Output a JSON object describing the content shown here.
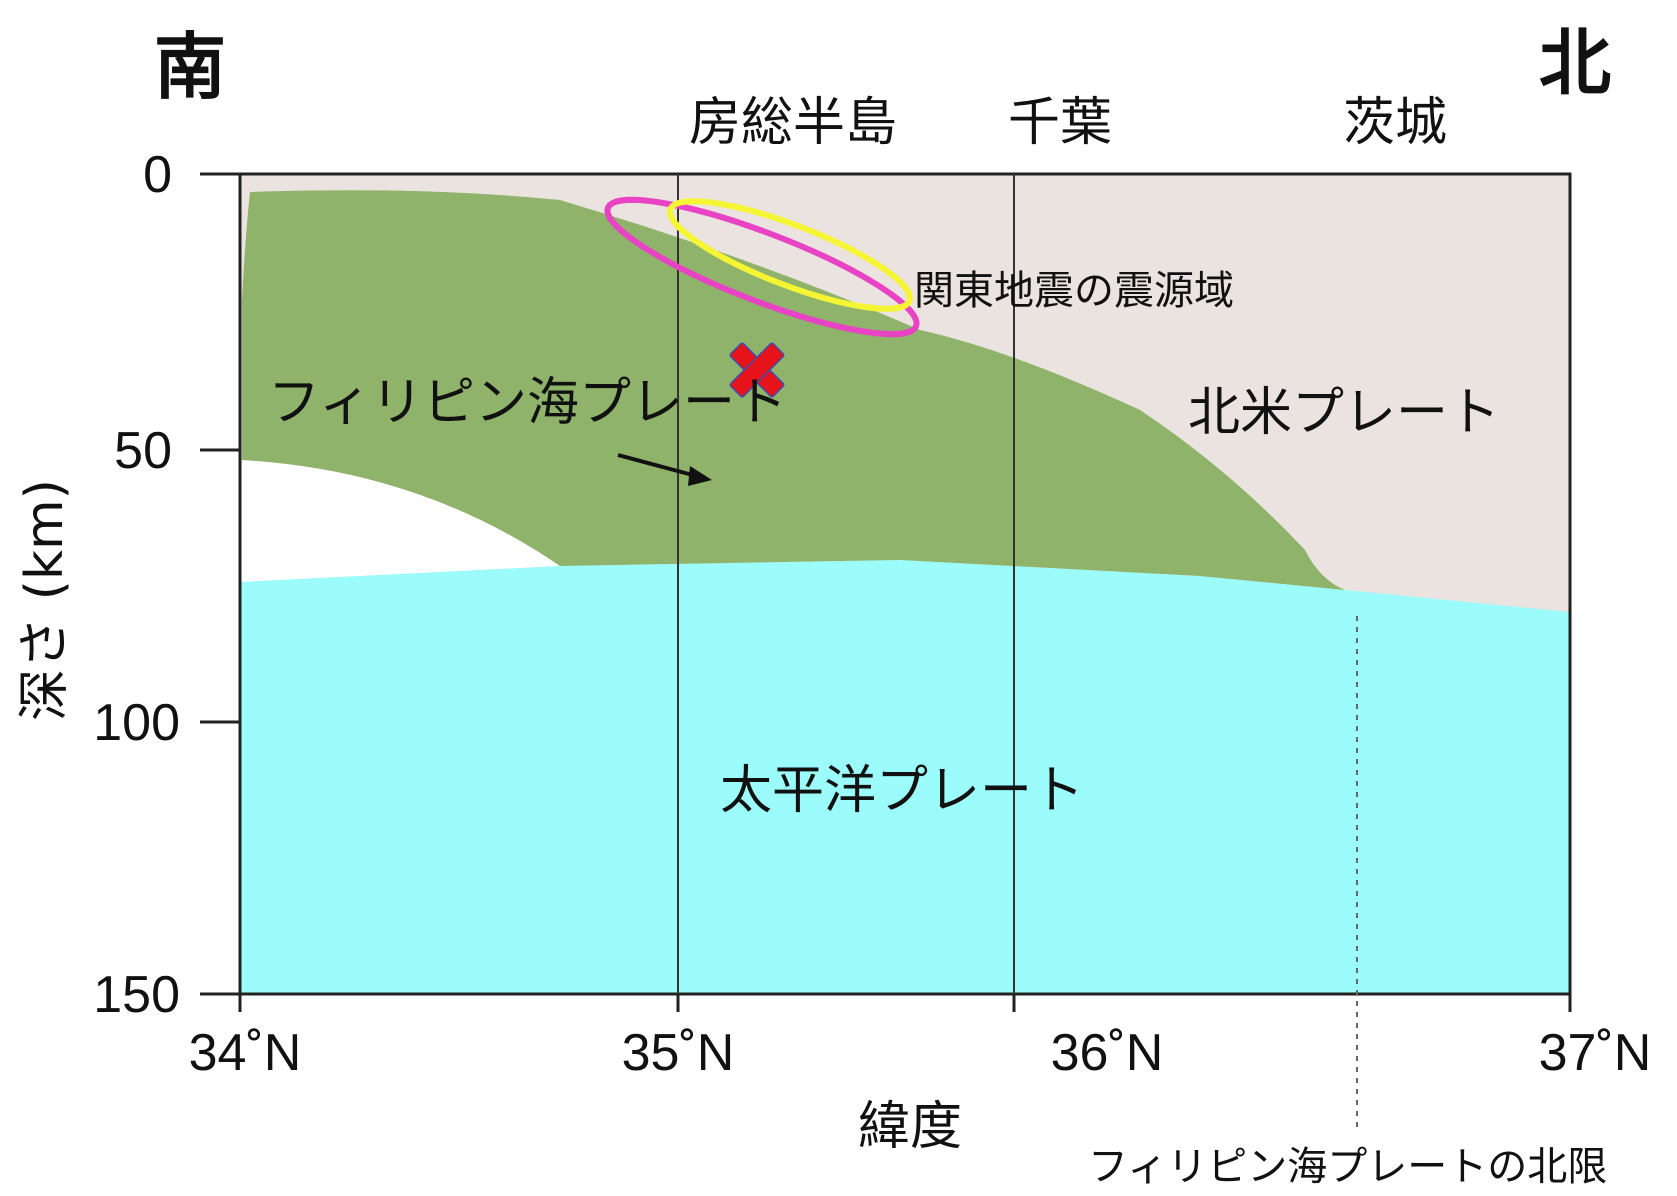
{
  "orientation": {
    "south": "南",
    "north": "北"
  },
  "places": {
    "boso": "房総半島",
    "chiba": "千葉",
    "ibaraki": "茨城"
  },
  "axes": {
    "y_label": "深さ (km)",
    "x_label": "緯度",
    "y_ticks": [
      "0",
      "50",
      "100",
      "150"
    ],
    "x_ticks": [
      "34˚N",
      "35˚N",
      "36˚N",
      "37˚N"
    ],
    "ylim": [
      0,
      150
    ],
    "xlim": [
      34,
      37
    ]
  },
  "regions": {
    "philippine": "フィリピン海プレート",
    "north_american": "北米プレート",
    "pacific": "太平洋プレート",
    "source_zone": "関東地震の震源域",
    "north_limit": "フィリピン海プレートの北限"
  },
  "colors": {
    "philippine_plate": "#8fb36a",
    "north_american_plate": "#ebe3df",
    "pacific_plate": "#9cfbfb",
    "source_ellipse_outer": "#e843c4",
    "source_ellipse_inner": "#f5f534",
    "hypocenter_marker": "#e8121a"
  },
  "icons": {
    "hypocenter": "cross-icon",
    "direction": "arrow-icon"
  }
}
